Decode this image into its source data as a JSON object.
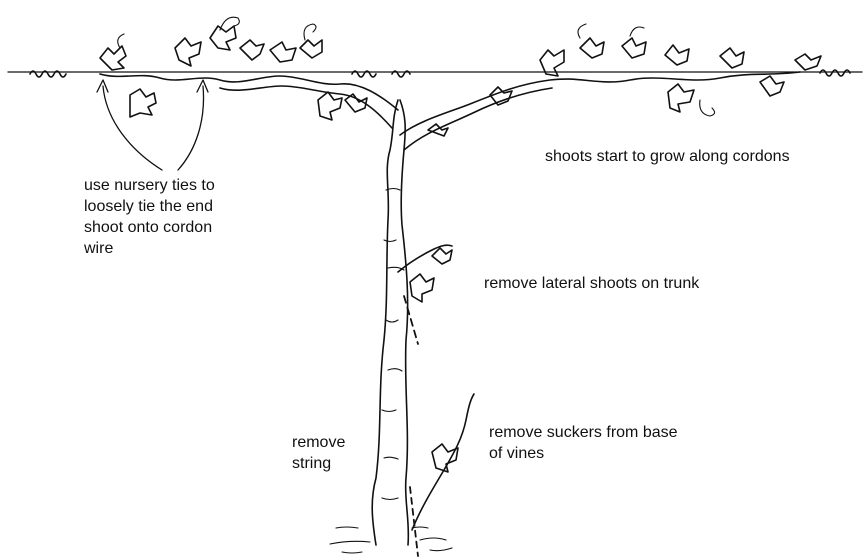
{
  "labels": {
    "nursery_ties": "use nursery ties to\nloosely tie the end\nshoot onto cordon\nwire",
    "shoots_cordons": "shoots start to grow along cordons",
    "lateral_shoots": "remove lateral shoots on trunk",
    "remove_string": "remove\nstring",
    "suckers": "remove suckers from base\nof vines"
  },
  "colors": {
    "ink": "#111111",
    "background": "#ffffff"
  }
}
